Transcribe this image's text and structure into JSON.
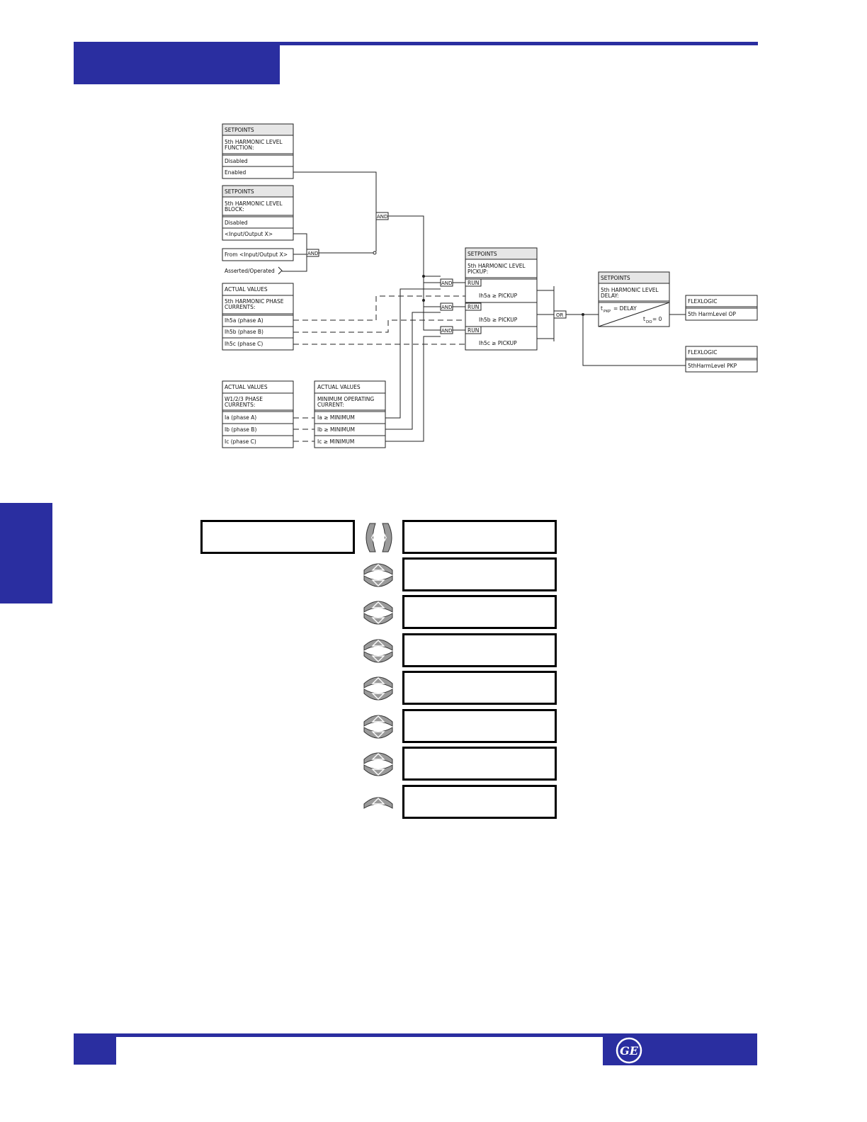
{
  "diagram": {
    "fn_block": {
      "header": "SETPOINTS",
      "title": [
        "5th  HARMONIC  LEVEL",
        "FUNCTION:"
      ],
      "rows": [
        "Disabled",
        "Enabled"
      ]
    },
    "block_block": {
      "header": "SETPOINTS",
      "title": [
        "5th  HARMONIC  LEVEL",
        "BLOCK:"
      ],
      "rows": [
        "Disabled",
        "<Input/Output  X>"
      ]
    },
    "from_io": "From  <Input/Output  X>",
    "asserted": "Asserted/Operated",
    "harm_currents": {
      "header": "ACTUAL  VALUES",
      "title": [
        "5th  HARMONIC  PHASE",
        "CURRENTS:"
      ],
      "rows": [
        "Ih5a  (phase  A)",
        "Ih5b  (phase  B)",
        "Ih5c  (phase  C)"
      ]
    },
    "phase_currents": {
      "header": "ACTUAL  VALUES",
      "title": [
        "W1/2/3  PHASE",
        "CURRENTS:"
      ],
      "rows": [
        "Ia  (phase  A)",
        "Ib  (phase  B)",
        "Ic  (phase  C)"
      ]
    },
    "min_current": {
      "header": "ACTUAL  VALUES",
      "title": [
        "MINIMUM  OPERATING",
        "CURRENT:"
      ],
      "rows": [
        "Ia  ≥  MINIMUM",
        "Ib  ≥  MINIMUM",
        "Ic  ≥  MINIMUM"
      ]
    },
    "pickup": {
      "header": "SETPOINTS",
      "title": [
        "5th  HARMONIC  LEVEL",
        "PICKUP:"
      ],
      "run": "RUN",
      "rows": [
        "Ih5a  ≥  PICKUP",
        "Ih5b  ≥  PICKUP",
        "Ih5c  ≥  PICKUP"
      ]
    },
    "delay": {
      "header": "SETPOINTS",
      "title": [
        "5th  HARMONIC  LEVEL",
        "DELAY:"
      ],
      "tpkp": "t",
      "tpkp_sub": "PKP",
      "tpkp_rest": "=  DELAY",
      "tdo": "t",
      "tdo_sub": "DO",
      "tdo_rest": "=  0"
    },
    "flex_op": {
      "header": "FLEXLOGIC",
      "row": "5th  HarmLevel  OP"
    },
    "flex_pkp": {
      "header": "FLEXLOGIC",
      "row": "5thHarmLevel  PKP"
    },
    "gates": {
      "and": "AND",
      "or": "OR"
    }
  },
  "colors": {
    "band": "#2a2ea0",
    "header_fill": "#e6e6e6",
    "key_gray": "#9a9a9a"
  },
  "key_icons": [
    "left-right-arrow-keys",
    "up-down-arrow-keys",
    "up-down-arrow-keys",
    "up-down-arrow-keys",
    "up-down-arrow-keys",
    "up-down-arrow-keys",
    "up-down-arrow-keys",
    "up-arrow-key"
  ],
  "footer": {
    "logo": "GE"
  }
}
